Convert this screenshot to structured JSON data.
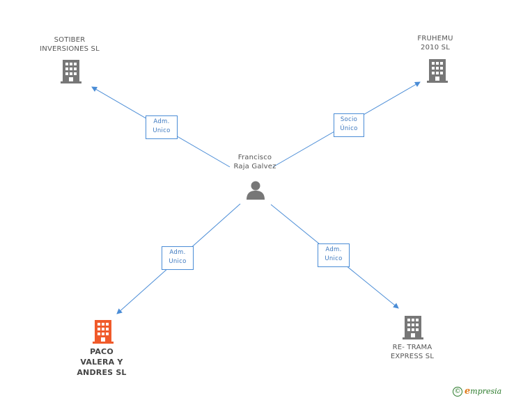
{
  "center": {
    "name": "Francisco\nRaja Galvez",
    "icon": "person-icon"
  },
  "nodes": {
    "sotiber": {
      "name": "SOTIBER\nINVERSIONES SL",
      "icon": "building-icon",
      "color": "#777777"
    },
    "fruhemu": {
      "name": "FRUHEMU\n2010 SL",
      "icon": "building-icon",
      "color": "#777777"
    },
    "paco": {
      "name": "PACO\nVALERA Y\nANDRES SL",
      "icon": "building-icon",
      "color": "#f05a2a"
    },
    "retrama": {
      "name": "RE- TRAMA\nEXPRESS SL",
      "icon": "building-icon",
      "color": "#777777"
    }
  },
  "edges": {
    "sotiber": "Adm.\nUnico",
    "fruhemu": "Socio\nÚnico",
    "paco": "Adm.\nUnico",
    "retrama": "Adm.\nUnico"
  },
  "colors": {
    "edge": "#4a8cd6",
    "building": "#777777",
    "highlight": "#f05a2a",
    "person": "#777777"
  },
  "footer": {
    "copyright": "©",
    "brand_initial": "e",
    "brand_rest": "mpresia"
  }
}
